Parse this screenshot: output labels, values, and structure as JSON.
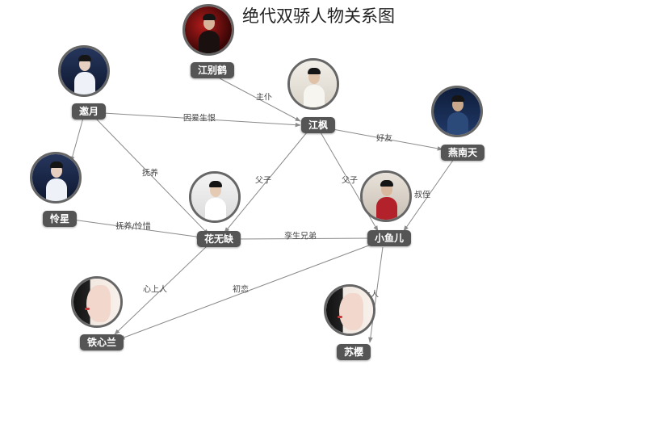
{
  "title": "绝代双骄人物关系图",
  "nodes": [
    {
      "id": "jiangbiehe",
      "label": "江别鹤",
      "icon": "dark-red-swordsman-portrait"
    },
    {
      "id": "yaoyue",
      "label": "邀月",
      "icon": "white-robed-woman-portrait"
    },
    {
      "id": "jiangfeng",
      "label": "江枫",
      "icon": "white-robed-man-portrait"
    },
    {
      "id": "yannantian",
      "label": "燕南天",
      "icon": "blue-robed-warrior-portrait"
    },
    {
      "id": "lianxing",
      "label": "怜星",
      "icon": "white-robed-woman-portrait"
    },
    {
      "id": "huawuque",
      "label": "花无缺",
      "icon": "fan-holding-man-portrait"
    },
    {
      "id": "xiaoyuer",
      "label": "小鱼儿",
      "icon": "red-robed-youth-portrait"
    },
    {
      "id": "tiexinlan",
      "label": "铁心兰",
      "icon": "woman-profile-portrait"
    },
    {
      "id": "suying",
      "label": "苏樱",
      "icon": "woman-profile-portrait"
    }
  ],
  "edges": [
    {
      "from": "jiangbiehe",
      "to": "jiangfeng",
      "label": "主仆"
    },
    {
      "from": "yaoyue",
      "to": "jiangfeng",
      "label": "因爱生恨"
    },
    {
      "from": "jiangfeng",
      "to": "yannantian",
      "label": "好友"
    },
    {
      "from": "yaoyue",
      "to": "lianxing",
      "label": ""
    },
    {
      "from": "yaoyue",
      "to": "huawuque",
      "label": "抚养"
    },
    {
      "from": "jiangfeng",
      "to": "huawuque",
      "label": "父子"
    },
    {
      "from": "jiangfeng",
      "to": "xiaoyuer",
      "label": "父子"
    },
    {
      "from": "yannantian",
      "to": "xiaoyuer",
      "label": "叔侄"
    },
    {
      "from": "lianxing",
      "to": "huawuque",
      "label": "抚养/怜惜"
    },
    {
      "from": "huawuque",
      "to": "xiaoyuer",
      "label": "孪生兄弟"
    },
    {
      "from": "huawuque",
      "to": "tiexinlan",
      "label": "心上人"
    },
    {
      "from": "xiaoyuer",
      "to": "tiexinlan",
      "label": "初恋"
    },
    {
      "from": "xiaoyuer",
      "to": "suying",
      "label": "心上人"
    }
  ],
  "colors": {
    "edge": "#8a8a8a",
    "label_bg": "#555555",
    "label_text": "#ffffff",
    "avatar_ring": "#666666"
  }
}
